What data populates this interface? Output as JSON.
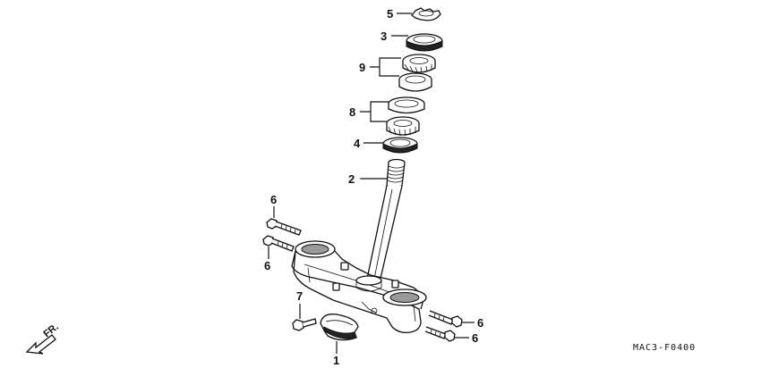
{
  "callouts": {
    "c5": "5",
    "c3": "3",
    "c9": "9",
    "c8": "8",
    "c4": "4",
    "c2": "2",
    "c6a": "6",
    "c6b": "6",
    "c7": "7",
    "c6c": "6",
    "c6d": "6",
    "c1": "1"
  },
  "front_label": "FR.",
  "diagram_code": "MAC3-F0400"
}
